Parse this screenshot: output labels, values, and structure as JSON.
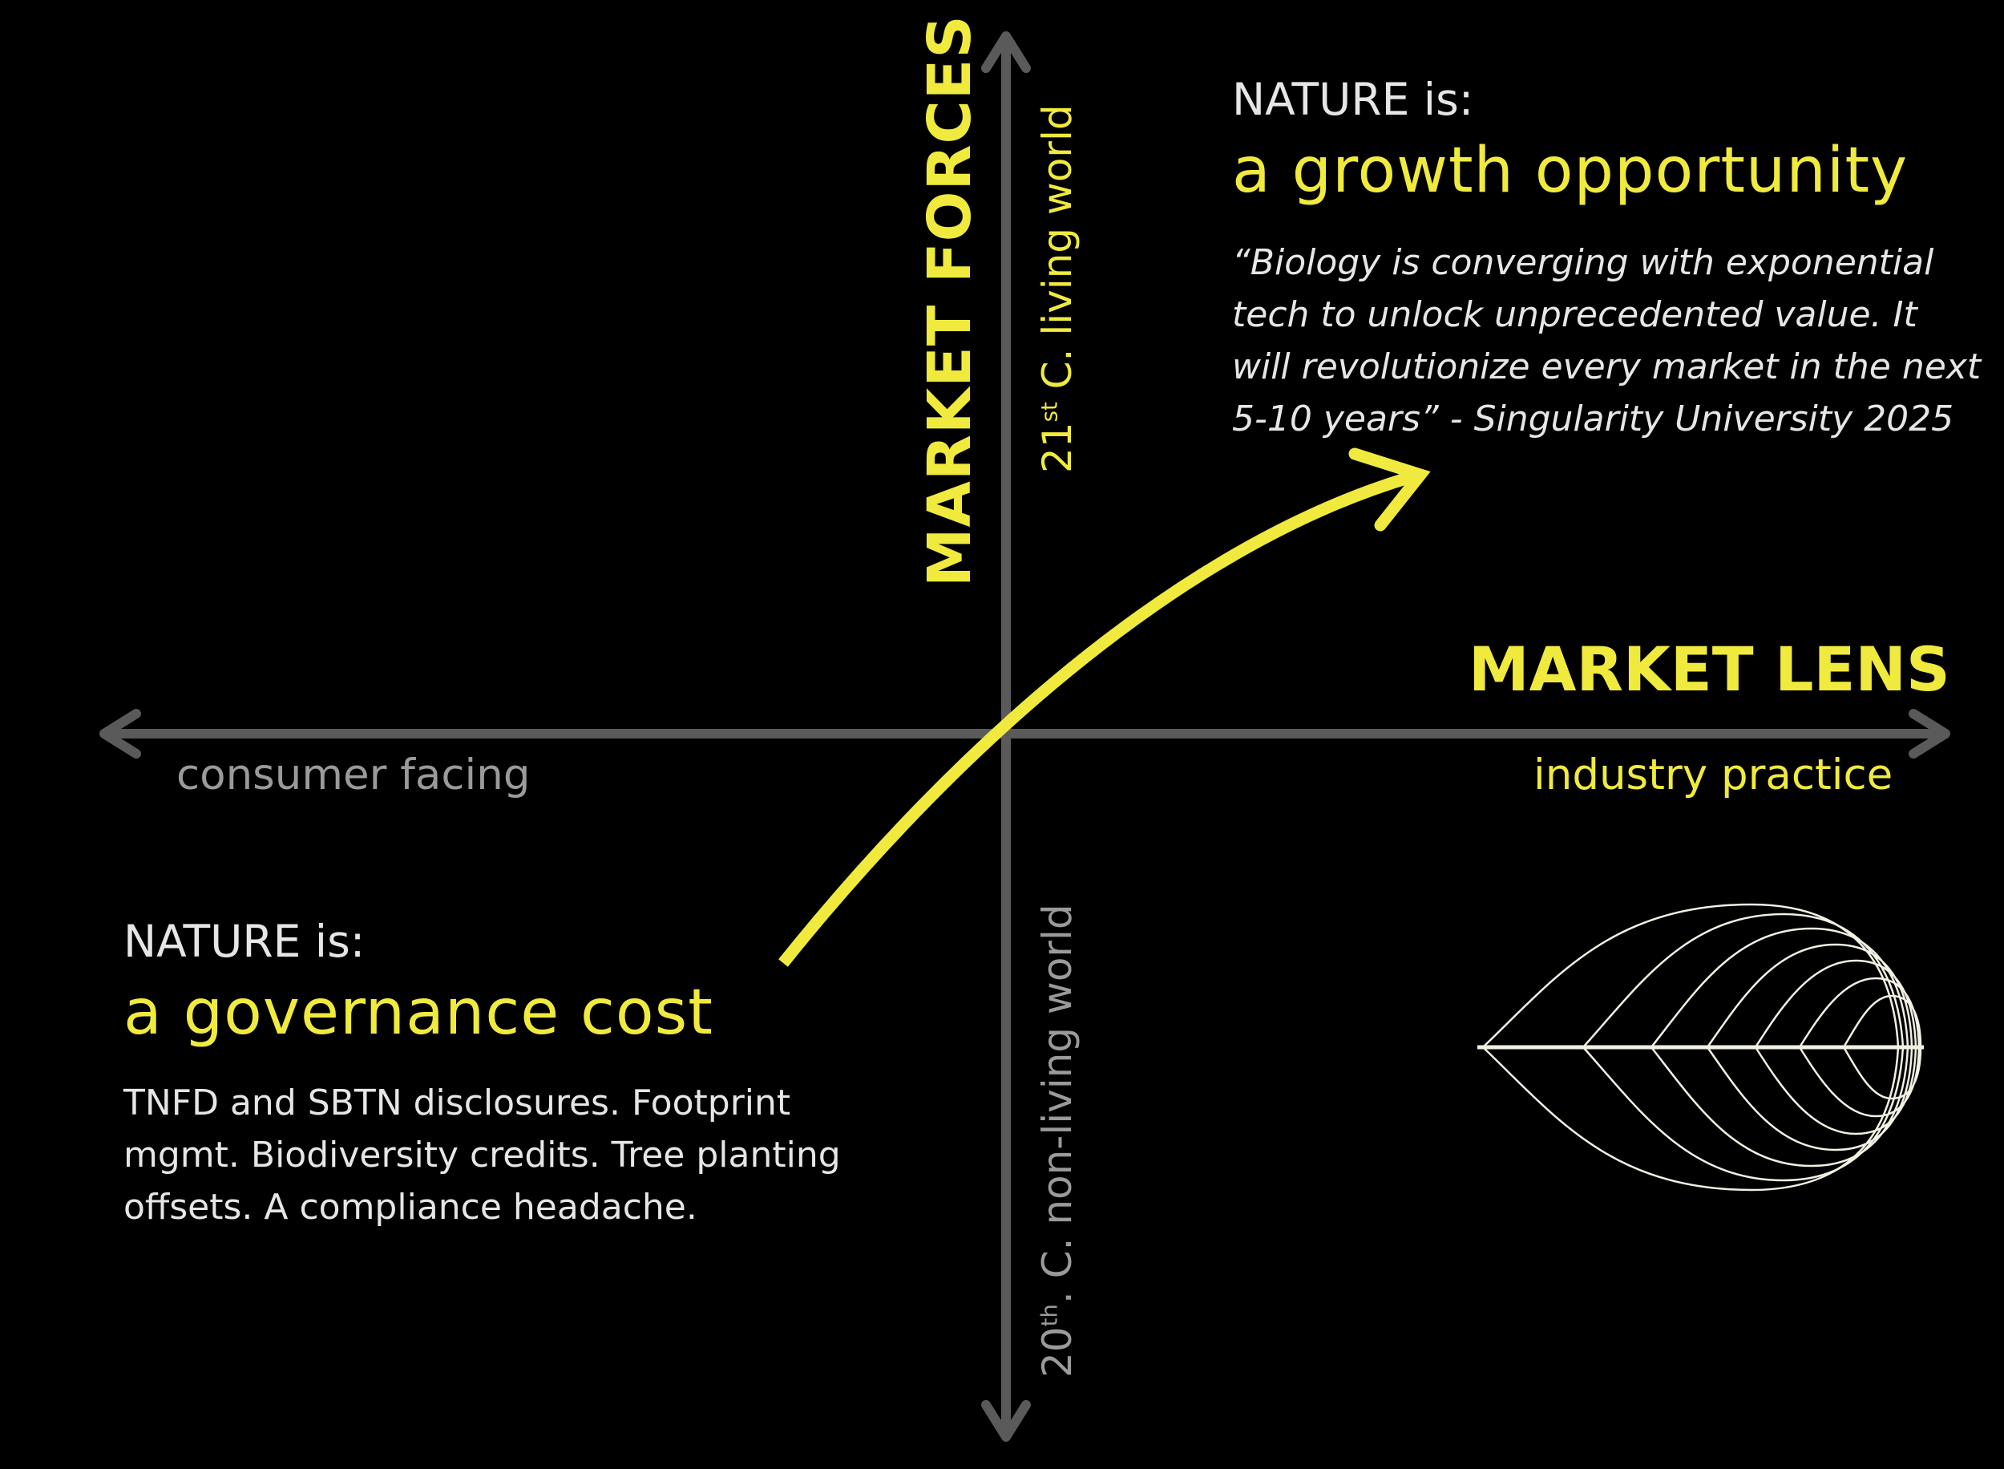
{
  "colors": {
    "background": "#000000",
    "accent_yellow": "#f0ea3e",
    "axis_grey": "#5a5a5a",
    "text_white": "#e6e6e6",
    "text_grey": "#9a9a9a",
    "leaf_white": "#f2efe4"
  },
  "axes": {
    "vertical": {
      "title": "MARKET FORCES",
      "top_label": {
        "prefix": "21",
        "sup": "st",
        "suffix": " C. living world"
      },
      "bottom_label": {
        "prefix": "20",
        "sup": "th",
        "suffix": ". C. non-living world"
      }
    },
    "horizontal": {
      "title": "MARKET LENS",
      "left_label": "consumer facing",
      "right_label": "industry practice"
    }
  },
  "quadrant_top_right": {
    "prefix": "NATURE is:",
    "title": "a growth opportunity",
    "quote_lines": [
      "“Biology is converging with exponential",
      "tech to unlock unprecedented value. It",
      "will revolutionize every market in the next",
      "5-10 years” - Singularity University 2025"
    ]
  },
  "quadrant_bottom_left": {
    "prefix": "NATURE is:",
    "title": "a governance cost",
    "body_lines": [
      "TNFD and SBTN disclosures. Footprint",
      "mgmt. Biodiversity credits. Tree planting",
      "offsets. A compliance headache."
    ]
  },
  "icons": {
    "trajectory": "curved-arrow-icon",
    "leaf": "leaf-icon"
  }
}
